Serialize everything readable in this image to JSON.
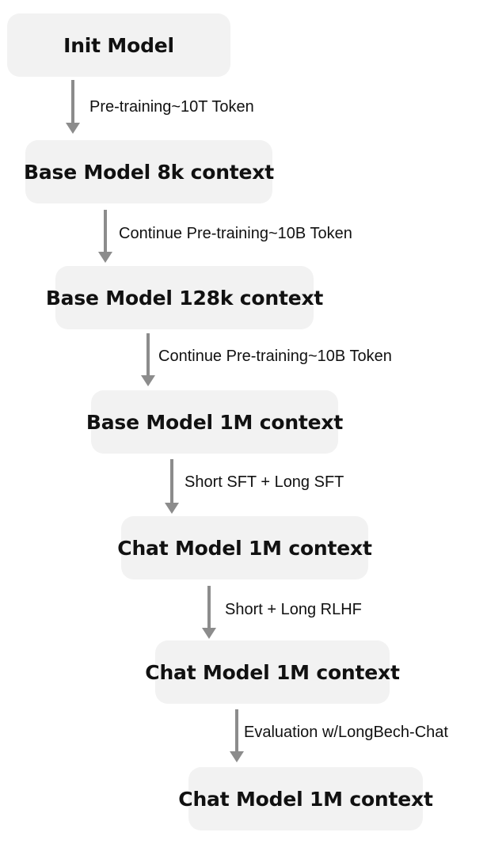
{
  "diagram": {
    "nodes": [
      {
        "label": "Init Model"
      },
      {
        "label": "Base Model 8k context"
      },
      {
        "label": "Base Model 128k context"
      },
      {
        "label": "Base Model 1M context"
      },
      {
        "label": "Chat Model 1M context"
      },
      {
        "label": "Chat Model 1M context"
      },
      {
        "label": "Chat Model 1M context"
      }
    ],
    "edges": [
      {
        "label": "Pre-training~10T Token"
      },
      {
        "label": "Continue Pre-training~10B Token"
      },
      {
        "label": "Continue Pre-training~10B Token"
      },
      {
        "label": "Short SFT + Long SFT"
      },
      {
        "label": "Short + Long RLHF"
      },
      {
        "label": "Evaluation w/LongBech-Chat"
      }
    ],
    "colors": {
      "node_fill": "#f2f2f2",
      "arrow": "#8c8c8c",
      "text": "#111111"
    }
  }
}
